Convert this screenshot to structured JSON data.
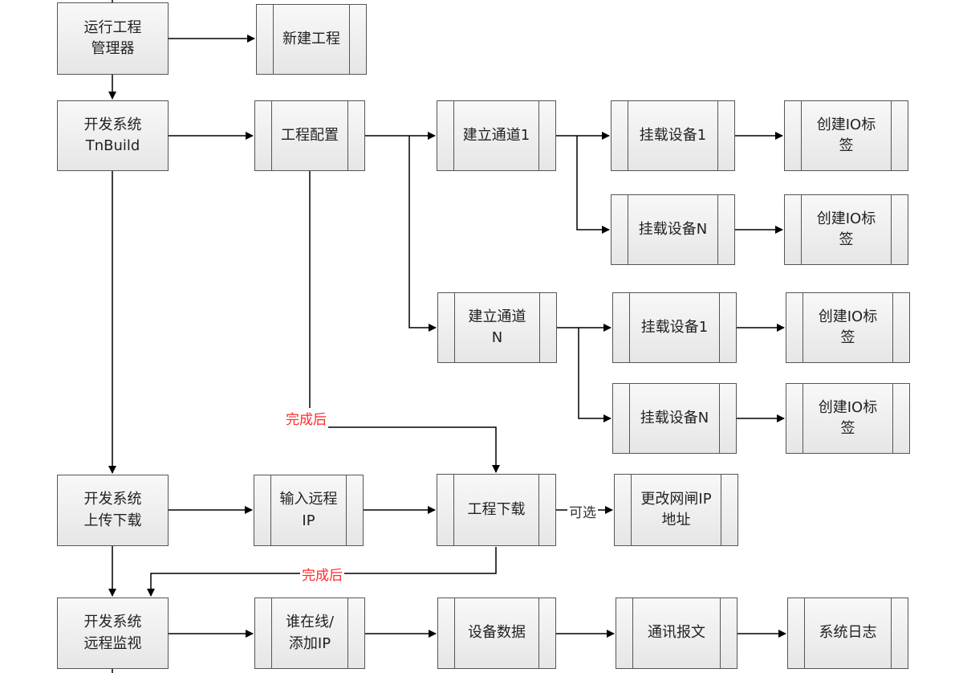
{
  "nodes": {
    "run_manager": "运行工程\n管理器",
    "new_project": "新建工程",
    "dev_tnbuild": "开发系统\nTnBuild",
    "project_config": "工程配置",
    "channel_1": "建立通道1",
    "mount_1a": "挂载设备1",
    "io_tag_1": "创建IO标\n签",
    "mount_na": "挂载设备N",
    "io_tag_2": "创建IO标\n签",
    "channel_n": "建立通道\nN",
    "mount_1b": "挂载设备1",
    "io_tag_3": "创建IO标\n签",
    "mount_nb": "挂载设备N",
    "io_tag_4": "创建IO标\n签",
    "dev_upload": "开发系统\n上传下载",
    "input_remote_ip": "输入远程\nIP",
    "project_download": "工程下载",
    "change_gateway_ip": "更改网闸IP\n地址",
    "dev_remote_monitor": "开发系统\n远程监视",
    "who_online": "谁在线/\n添加IP",
    "device_data": "设备数据",
    "comm_message": "通讯报文",
    "system_log": "系统日志"
  },
  "labels": {
    "done_after_1": "完成后",
    "optional": "可选",
    "done_after_2": "完成后"
  },
  "colors": {
    "stroke": "#000000",
    "node_border": "#555555",
    "label_red": "#ff2a2a"
  }
}
